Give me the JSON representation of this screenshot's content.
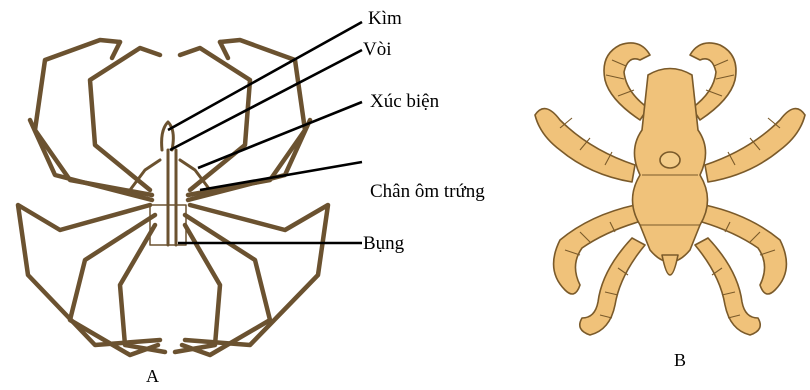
{
  "figure_a": {
    "caption": "A",
    "labels": [
      "Kìm",
      "Vòi",
      "Xúc biện",
      "Chân ôm trứng",
      "Bụng"
    ]
  },
  "figure_b": {
    "caption": "B"
  },
  "colors": {
    "leg_stroke": "#6b5230",
    "leg_fill": "#c7a36a",
    "body_fill": "#f0c27a",
    "body_stroke": "#7a5a2a",
    "line": "#000000"
  }
}
